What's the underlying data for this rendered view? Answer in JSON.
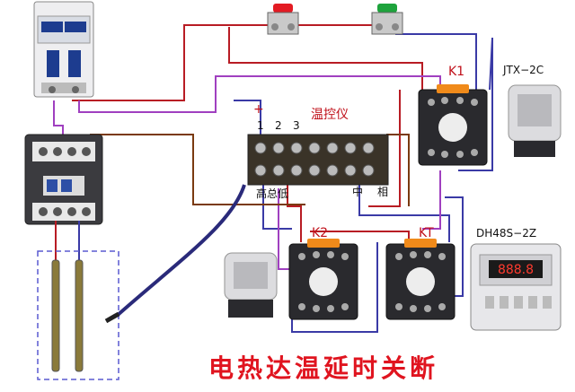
{
  "labels": {
    "k1": "K1",
    "k2": "K2",
    "kt": "KT",
    "jtx": "JTX−2C",
    "dh48s": "DH48S−2Z",
    "controller": "温控仪",
    "plus": "+",
    "t1": "1",
    "t2": "2",
    "t3": "3",
    "gao_zong_di": "高总低",
    "zhong": "中",
    "xiang": "相",
    "timer_display": "888.8"
  },
  "title": "电热达温延时关断",
  "colors": {
    "title": "#e0141f",
    "label_red": "#c0101a",
    "wire_red": "#b81c24",
    "wire_blue": "#3a3aa6",
    "wire_purple": "#a040c0",
    "wire_brown": "#7a3a10",
    "button_red": "#e31b23",
    "button_green": "#1ea33c",
    "relay_cap": "#f08a1a"
  }
}
